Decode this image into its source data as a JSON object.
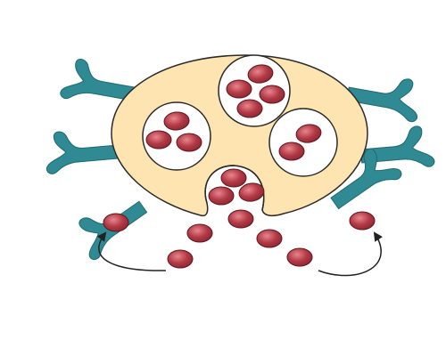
{
  "diagram": {
    "caption": "",
    "colors": {
      "background": "#ffffff",
      "cell_body": "#fde4b0",
      "outline": "#2a2a2a",
      "receptor": "#2f8a93",
      "receptor_dark": "#1f6970",
      "vesicle": "#ffffff",
      "particle_fill": "#b23a45",
      "particle_highlight": "#e27e86",
      "arrow": "#222222"
    },
    "components": [
      {
        "name": "cell-body",
        "count": 1
      },
      {
        "name": "receptor",
        "count": 6
      },
      {
        "name": "internal-vesicle",
        "count": 3
      },
      {
        "name": "engulfing-pocket",
        "count": 1
      },
      {
        "name": "particle",
        "count": 20
      },
      {
        "name": "curved-arrow",
        "count": 2
      }
    ]
  }
}
